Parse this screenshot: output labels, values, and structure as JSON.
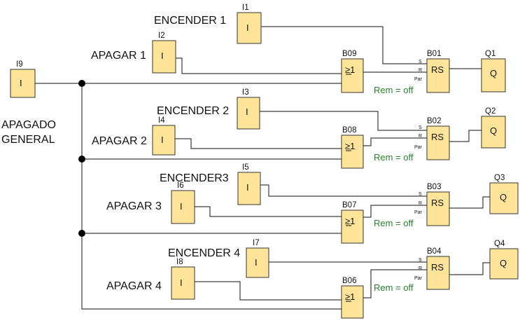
{
  "labels": {
    "apagado_general": [
      "APAGADO",
      "GENERAL"
    ],
    "encender_1": "ENCENDER 1",
    "apagar_1": "APAGAR 1",
    "encender_2": "ENCENDER 2",
    "apagar_2": "APAGAR 2",
    "encender_3": "ENCENDER3",
    "apagar_3": "APAGAR 3",
    "encender_4": "ENCENDER 4",
    "apagar_4": "APAGAR 4"
  },
  "blocks": {
    "I1": {
      "tag": "I1",
      "symbol": "I"
    },
    "I2": {
      "tag": "I2",
      "symbol": "I"
    },
    "I3": {
      "tag": "I3",
      "symbol": "I"
    },
    "I4": {
      "tag": "I4",
      "symbol": "I"
    },
    "I5": {
      "tag": "I5",
      "symbol": "I"
    },
    "I6": {
      "tag": "I6",
      "symbol": "I"
    },
    "I7": {
      "tag": "I7",
      "symbol": "I"
    },
    "I8": {
      "tag": "I8",
      "symbol": "I"
    },
    "I9": {
      "tag": "I9",
      "symbol": "I"
    },
    "B06": {
      "tag": "B06",
      "symbol": "≥1"
    },
    "B07": {
      "tag": "B07",
      "symbol": "≥1"
    },
    "B08": {
      "tag": "B08",
      "symbol": "≥1"
    },
    "B09": {
      "tag": "B09",
      "symbol": "≥1"
    },
    "B01": {
      "tag": "B01",
      "symbol": "RS"
    },
    "B02": {
      "tag": "B02",
      "symbol": "RS"
    },
    "B03": {
      "tag": "B03",
      "symbol": "RS"
    },
    "B04": {
      "tag": "B04",
      "symbol": "RS"
    },
    "Q1": {
      "tag": "Q1",
      "symbol": "Q"
    },
    "Q2": {
      "tag": "Q2",
      "symbol": "Q"
    },
    "Q3": {
      "tag": "Q3",
      "symbol": "Q"
    },
    "Q4": {
      "tag": "Q4",
      "symbol": "Q"
    }
  },
  "pins": {
    "s": "S",
    "r": "R",
    "par": "Par"
  },
  "remanence": "Rem = off"
}
